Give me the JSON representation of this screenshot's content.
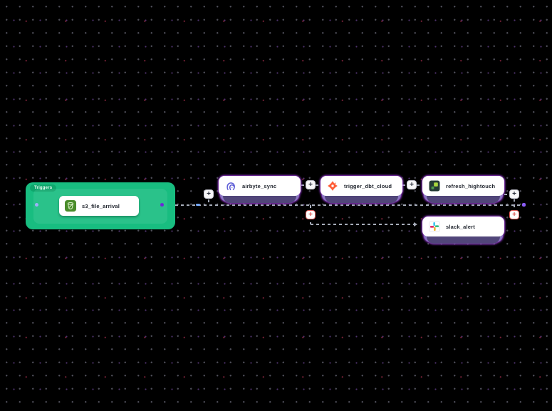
{
  "canvas": {
    "background": "#000000"
  },
  "trigger": {
    "badge": "Triggers",
    "label": "s3_file_arrival",
    "icon": "s3-icon",
    "block_color": "#18bd80",
    "badge_color": "#0fa66c"
  },
  "nodes": [
    {
      "label": "airbyte_sync",
      "icon": "airbyte-icon"
    },
    {
      "label": "trigger_dbt_cloud",
      "icon": "dbt-icon"
    },
    {
      "label": "refresh_hightouch",
      "icon": "hightouch-icon"
    },
    {
      "label": "slack_alert",
      "icon": "slack-icon"
    }
  ],
  "add_button": {
    "label": "+"
  },
  "colors": {
    "node_stack_mid": "#8d79c4",
    "node_stack_dark": "#51467a",
    "node_glow": "#c352f6",
    "edge": "#a7adba",
    "alert_accent": "#e4605e",
    "handle_output_purple": "#6d28d9",
    "handle_input_blue": "#9db1f9",
    "edge_endpoint_purple": "#8b5cf6",
    "edge_mark_blue": "#76a9fa",
    "airbyte_brand": "#5b5bd6",
    "dbt_brand": "#ff5c35",
    "hightouch_dark": "#243b35",
    "hightouch_lime": "#a9d83f",
    "slack_blue": "#36C5F0",
    "slack_green": "#2EB67D",
    "slack_yellow": "#ECB22E",
    "slack_red": "#E01E5A",
    "s3_green": "#4a8c2a"
  }
}
